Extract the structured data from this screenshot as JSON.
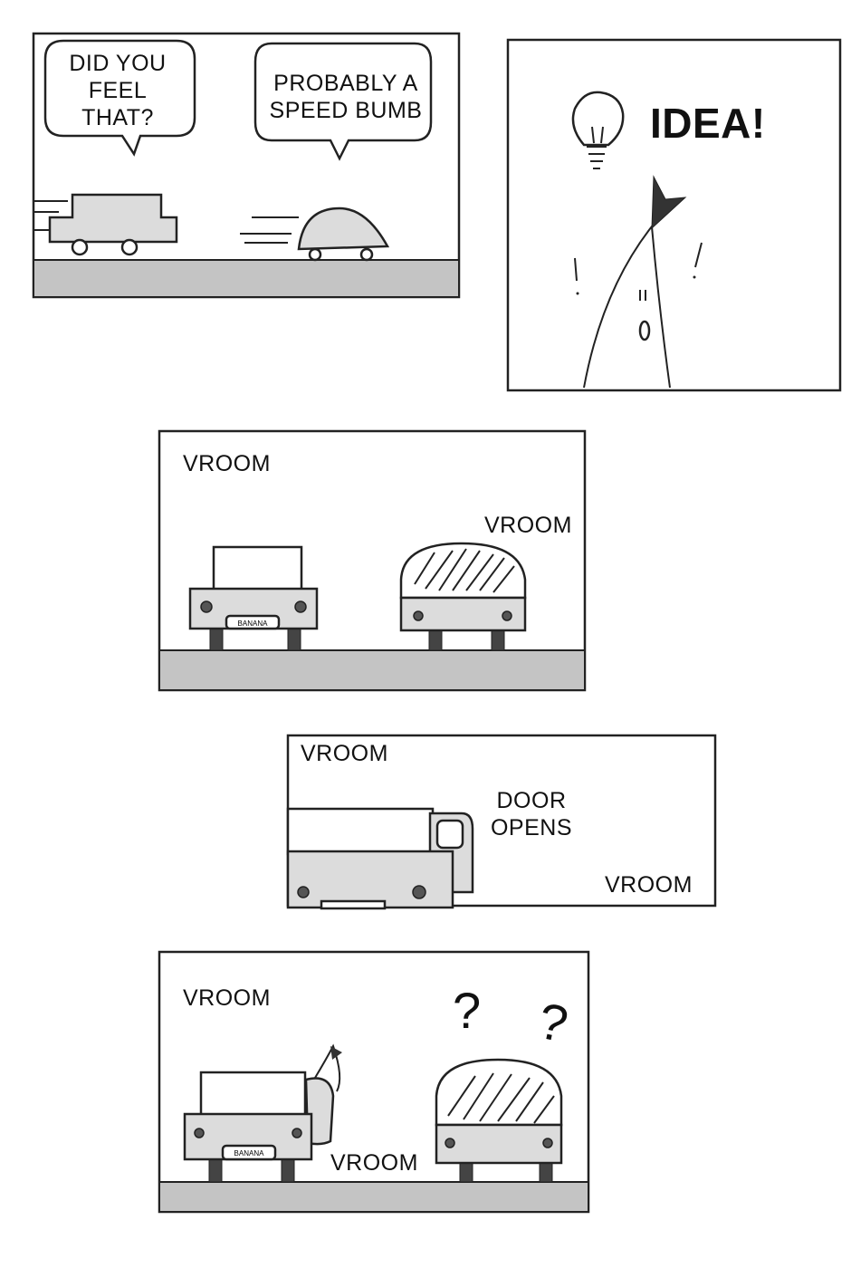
{
  "panels": [
    {
      "speech": [
        {
          "lines": [
            "DID YOU",
            "FEEL",
            "THAT?"
          ]
        },
        {
          "lines": [
            "PROBABLY A",
            "SPEED BUMB"
          ]
        }
      ]
    },
    {
      "caption": "IDEA!"
    },
    {
      "sfx": [
        "VROOM",
        "VROOM"
      ],
      "plate": "BANANA"
    },
    {
      "sfx": [
        "VROOM",
        "VROOM"
      ],
      "caption_lines": [
        "DOOR",
        "OPENS"
      ]
    },
    {
      "sfx": [
        "VROOM",
        "VROOM"
      ],
      "marks": [
        "?",
        "?"
      ],
      "plate": "BANANA"
    }
  ],
  "colors": {
    "road": "#c4c4c4",
    "car": "#dcdcdc",
    "ink": "#222222"
  }
}
